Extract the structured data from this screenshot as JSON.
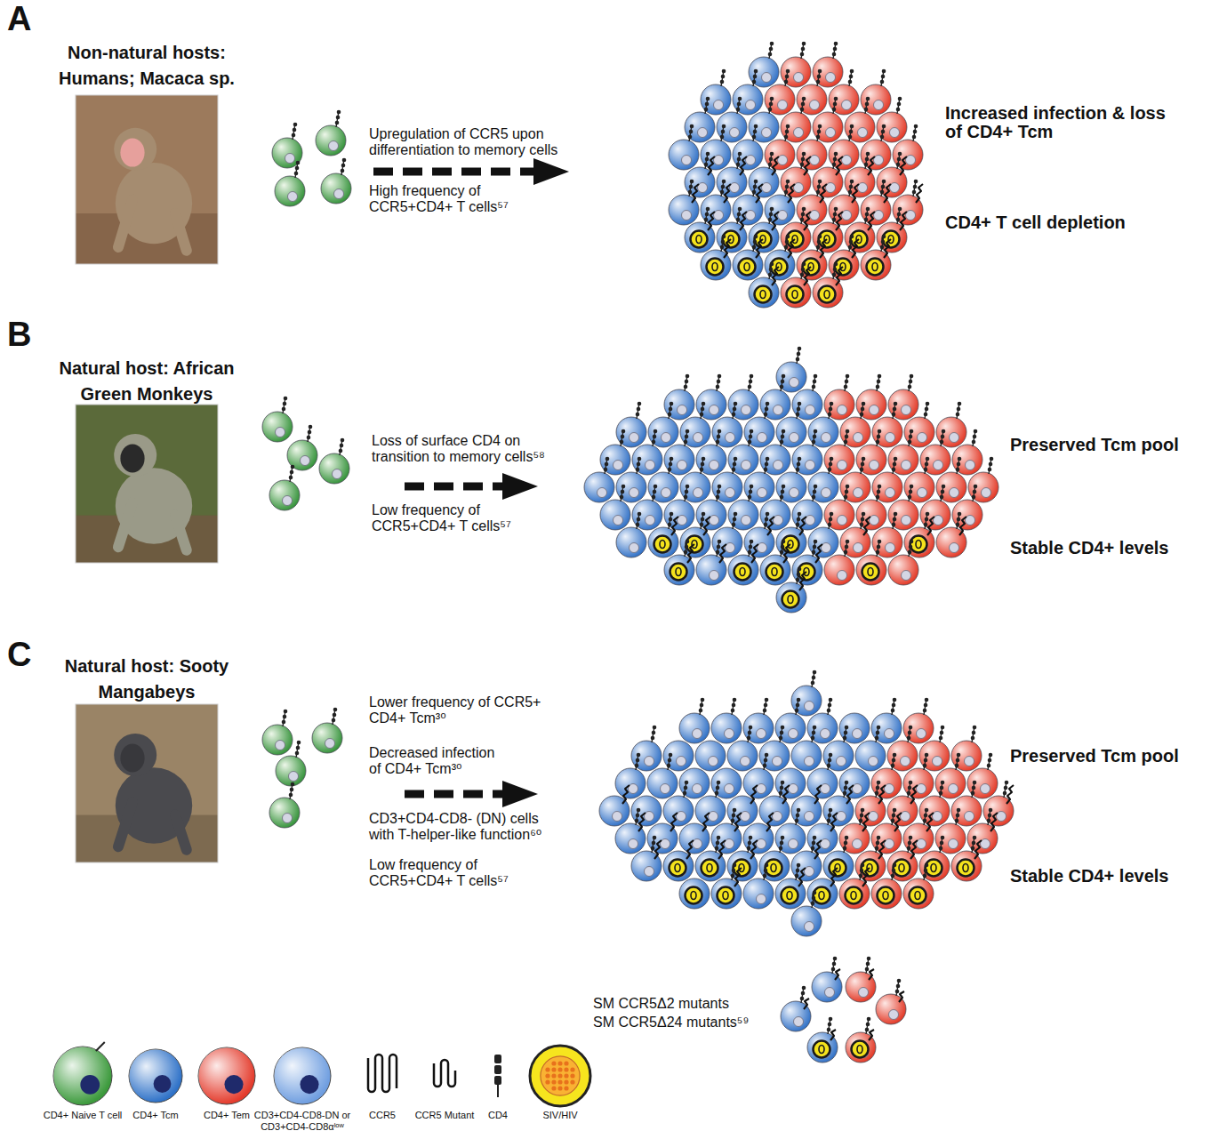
{
  "diagram": {
    "nodes": [
      {
        "text": [
          "Non-natural hosts: Humans; Macaca sp."
        ]
      },
      {
        "text": [
          "Increased infection & loss of CD4+ Tcm",
          "CD4+ T cell depletion"
        ]
      },
      {
        "text": [
          "Natural host: African Green Monkeys"
        ]
      },
      {
        "text": [
          "Preserved Tcm pool",
          "Stable CD4+ levels"
        ]
      },
      {
        "text": [
          "Natural host: Sooty Mangabeys"
        ]
      },
      {
        "text": [
          "Preserved Tcm pool",
          "Stable CD4+ levels"
        ]
      }
    ],
    "edges": [
      {
        "from": 0,
        "to": 1,
        "arrow": "to"
      },
      {
        "from": 2,
        "to": 3,
        "arrow": "to"
      },
      {
        "from": 4,
        "to": 5,
        "arrow": "to"
      }
    ],
    "labels": [
      "A",
      "Upregulation of CCR5 upon differentiation to memory cells",
      "High frequency of CCR5+CD4+ T cells⁵⁷",
      "B",
      "Loss of surface CD4 on transition to memory cells⁵⁸",
      "Low frequency of CCR5+CD4+ T cells⁵⁷",
      "C",
      "Lower frequency of CCR5+ CD4+ Tcm³⁰",
      "Decreased infection of CD4+ Tcm³⁰",
      "CD3+CD4-CD8- (DN) cells with T-helper-like function⁶⁰",
      "Low frequency of CCR5+CD4+ T cells⁵⁷",
      "SM CCR5Δ2 mutants",
      "SM CCR5Δ24 mutants⁵⁹"
    ],
    "legend": [
      {
        "text": "CD4+ Naive T cell",
        "color": "#3c9a3c"
      },
      {
        "text": "CD4+ Tcm",
        "color": "#2f72c8"
      },
      {
        "text": "CD4+ Tem",
        "color": "#e43b2c"
      },
      {
        "text": "CD3+CD4-CD8-DN or CD3+CD4-CD8αˡᵒʷ",
        "color": "#6f9ee0"
      },
      {
        "text": "CCR5"
      },
      {
        "text": "CCR5 Mutant"
      },
      {
        "text": "CD4"
      },
      {
        "text": "SIV/HIV"
      }
    ]
  }
}
